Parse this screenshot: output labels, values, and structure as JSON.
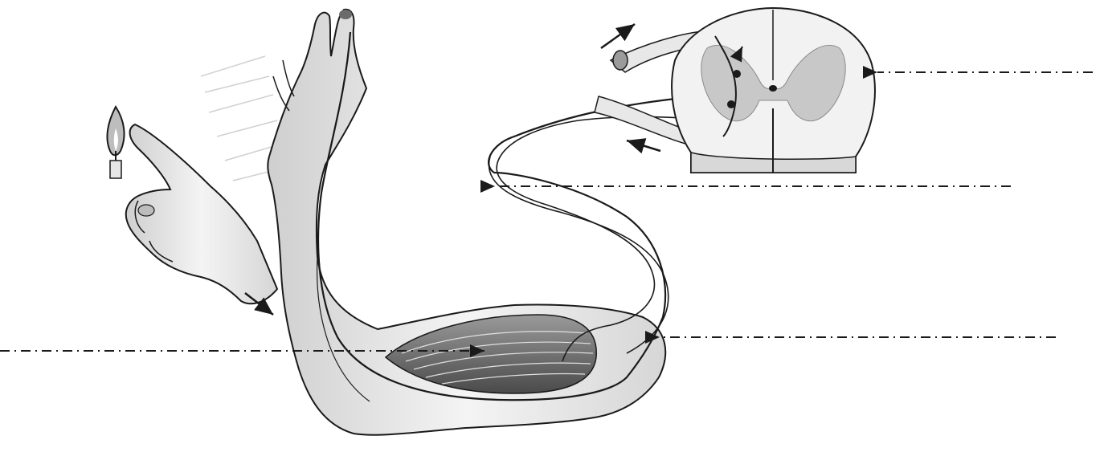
{
  "diagram": {
    "kind": "reflex-arc-illustration",
    "style": "black-and-white line drawing with grey shading",
    "elements": [
      "candle-flame-icon",
      "hand-near-flame",
      "withdrawn-hand",
      "arm",
      "biceps-muscle",
      "sensory-nerve-pathway",
      "motor-nerve-pathway",
      "spinal-cord-cross-section"
    ],
    "pointer_lines": [
      {
        "name": "pointer-spinal-cord",
        "target": "spinal-cord-cross-section",
        "labelled": false
      },
      {
        "name": "pointer-nerve-bundle",
        "target": "nerve-bundle",
        "labelled": false
      },
      {
        "name": "pointer-motor-nerve-end",
        "target": "motor-nerve-ending",
        "labelled": false
      },
      {
        "name": "pointer-muscle",
        "target": "biceps-muscle",
        "labelled": false
      }
    ],
    "colors": {
      "line": "#1a1a1a",
      "skin_shade": "#d9d9d9",
      "grey_matter": "#c8c8c8",
      "muscle": "#6e6e6e",
      "background": "#ffffff"
    }
  }
}
